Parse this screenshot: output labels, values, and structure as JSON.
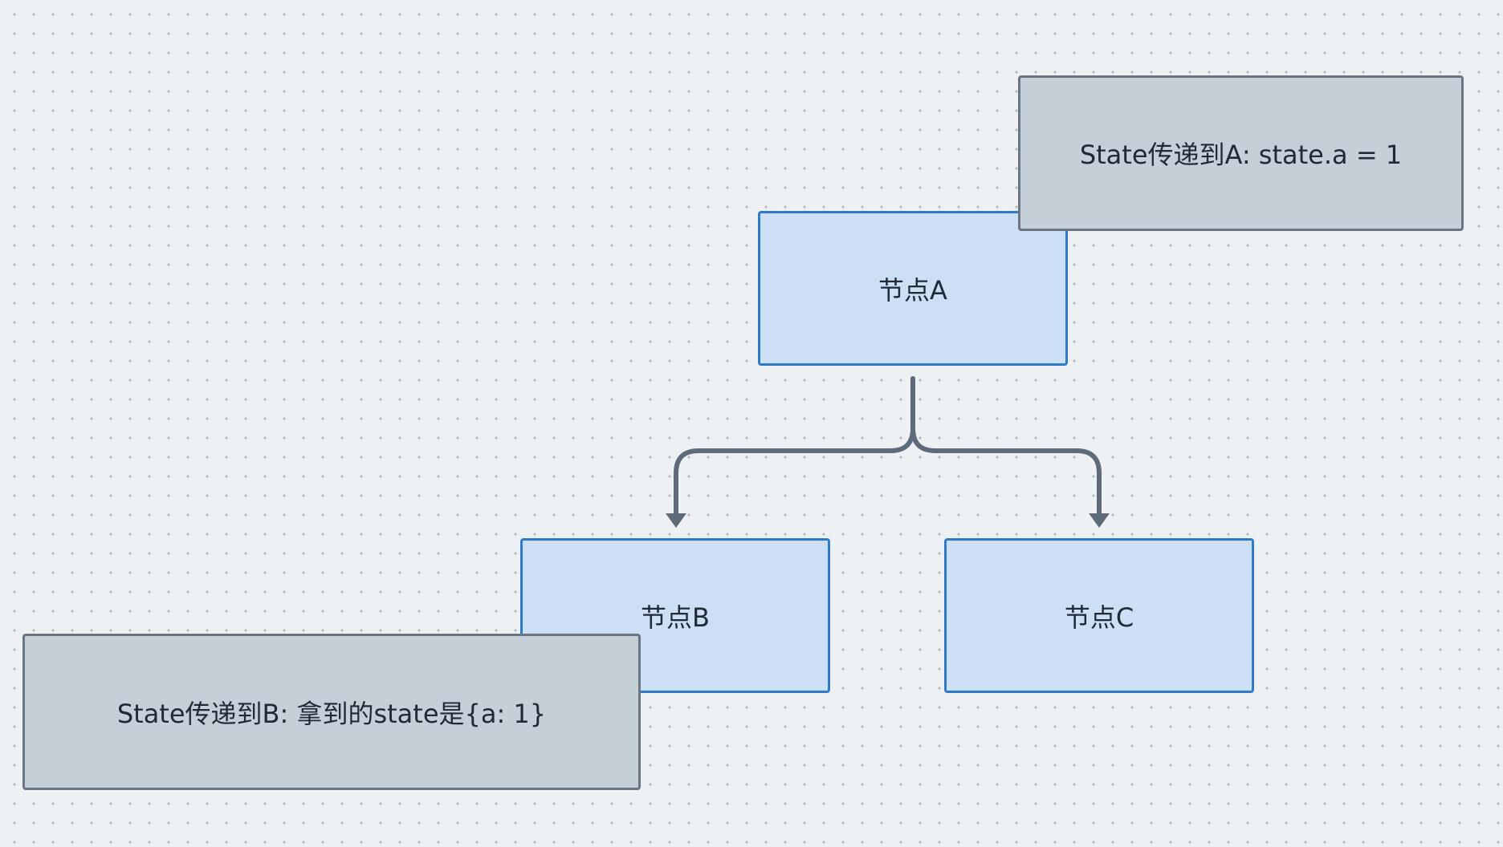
{
  "nodes": {
    "a": {
      "label": "节点A"
    },
    "b": {
      "label": "节点B"
    },
    "c": {
      "label": "节点C"
    }
  },
  "notes": {
    "a": {
      "text": "State传递到A: state.a = 1"
    },
    "b": {
      "text": "State传递到B: 拿到的state是{a: 1}"
    }
  },
  "edges": [
    {
      "from": "节点A",
      "to": "节点B"
    },
    {
      "from": "节点A",
      "to": "节点C"
    }
  ],
  "colors": {
    "node_fill": "#cddff4",
    "node_border": "#2f7ac8",
    "note_fill": "#c4cfd8",
    "note_border": "#6c7682",
    "edge": "#5f6b78"
  }
}
